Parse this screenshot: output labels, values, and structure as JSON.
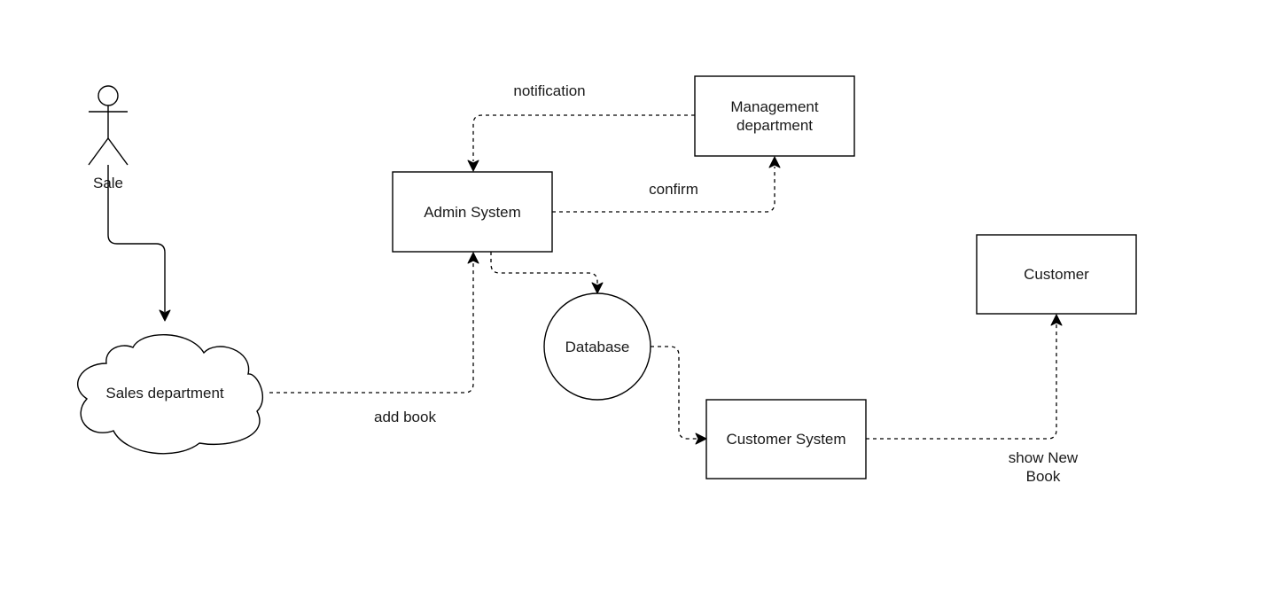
{
  "nodes": {
    "actor": {
      "label": "Sale"
    },
    "sales": {
      "label": "Sales department"
    },
    "admin": {
      "label": "Admin System"
    },
    "management": {
      "label": "Management",
      "label_line2": "department"
    },
    "database": {
      "label": "Database"
    },
    "customer_system": {
      "label": "Customer System"
    },
    "customer": {
      "label": "Customer"
    }
  },
  "edges": {
    "add_book": {
      "label": "add book"
    },
    "notification": {
      "label": "notification"
    },
    "confirm": {
      "label": "confirm"
    },
    "show_new_book": {
      "label": "show New",
      "label_line2": "Book"
    }
  }
}
